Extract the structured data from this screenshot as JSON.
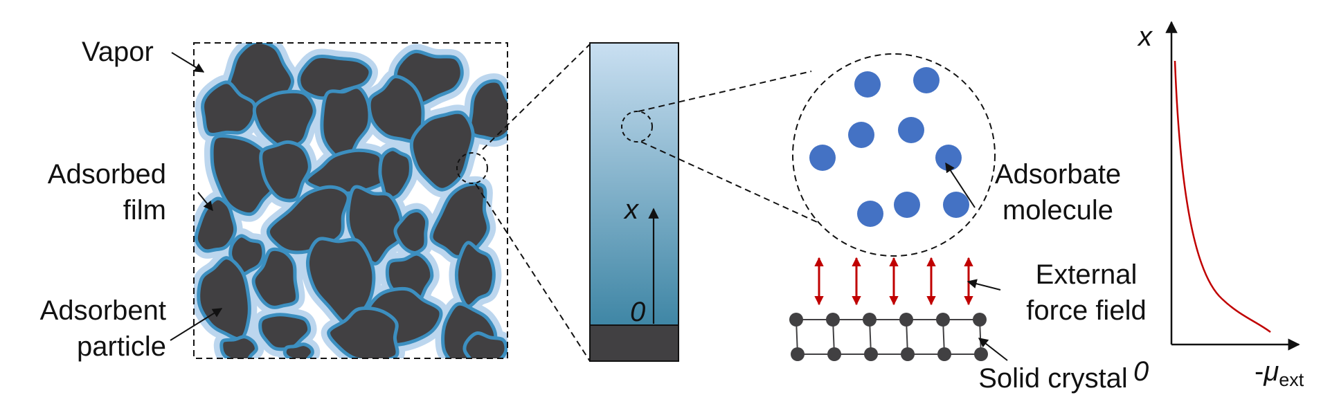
{
  "colors": {
    "particle_fill": "#414042",
    "film_edge": "#3c8fc0",
    "film_halo": "#bcd6ee",
    "column_top": "#c9dff1",
    "column_bottom": "#3f86a5",
    "substrate": "#414042",
    "molecule": "#4472c4",
    "force_arrow": "#c00000",
    "curve": "#c00000",
    "lattice_node": "#414042"
  },
  "labels": {
    "vapor": "Vapor",
    "adsorbed_film_line1": "Adsorbed",
    "adsorbed_film_line2": "film",
    "adsorbent_particle_line1": "Adsorbent",
    "adsorbent_particle_line2": "particle",
    "column_axis_x": "x",
    "column_axis_origin": "0",
    "adsorbate_molecule_line1": "Adsorbate",
    "adsorbate_molecule_line2": "molecule",
    "external_force_line1": "External",
    "external_force_line2": "force field",
    "solid_crystal": "Solid crystal"
  },
  "plot": {
    "y_label": "x",
    "origin_label": "0",
    "x_label_prefix": "-",
    "x_label_symbol": "μ",
    "x_label_subscript": "ext"
  },
  "icons": [
    "arrow-icon",
    "molecule-icon",
    "force-arrow-icon",
    "lattice-node-icon"
  ]
}
